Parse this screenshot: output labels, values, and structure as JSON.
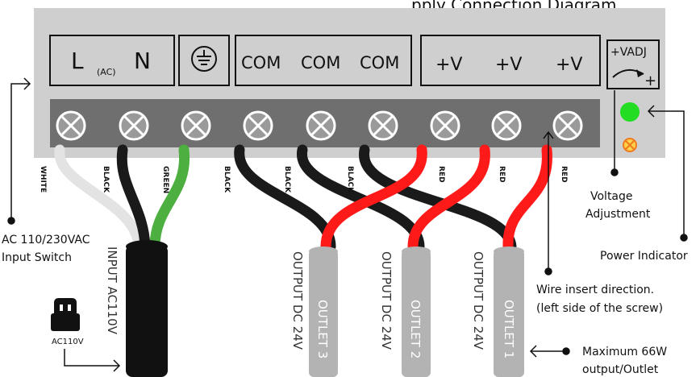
{
  "header": {
    "title_fragment": "pply  Connection Diagram"
  },
  "terminal_block": {
    "ac_label_L": "L",
    "ac_label_sub": "(AC)",
    "ac_label_N": "N",
    "com_labels": [
      "COM",
      "COM",
      "COM"
    ],
    "v_labels": [
      "+V",
      "+V",
      "+V"
    ],
    "vadj_label": "+VADJ",
    "vadj_plus": "+"
  },
  "wire_labels": [
    "WHITE",
    "BLACK",
    "GREEN",
    "BLACK",
    "BLACK",
    "BLACK",
    "RED",
    "RED",
    "RED"
  ],
  "cables": {
    "input": "INPUT AC110V",
    "outputs": [
      {
        "type": "OUTPUT DC 24V",
        "outlet": "OUTLET 3"
      },
      {
        "type": "OUTPUT DC 24V",
        "outlet": "OUTLET 2"
      },
      {
        "type": "OUTPUT DC 24V",
        "outlet": "OUTLET 1"
      }
    ]
  },
  "annotations": {
    "switch": [
      "AC 110/230VAC",
      "Input Switch"
    ],
    "voltage_adjustment": [
      "Voltage",
      "Adjustment"
    ],
    "power_indicator": "Power Indicator",
    "wire_insert": [
      "Wire insert direction.",
      "(left side of the screw)"
    ],
    "max_output": [
      "Maximum 66W",
      "output/Outlet"
    ],
    "plug": "AC110V"
  },
  "colors": {
    "panel": "#cfcfcf",
    "terminal_strip": "#6f6f6f",
    "wire_white": "#e3e3e3",
    "wire_black": "#1a1a1a",
    "wire_green": "#4caf3f",
    "wire_red": "#ff1a1a",
    "cable_gray": "#b3b3b3",
    "power_led": "#22dd22",
    "adjust_knob": "#f07a1e"
  }
}
